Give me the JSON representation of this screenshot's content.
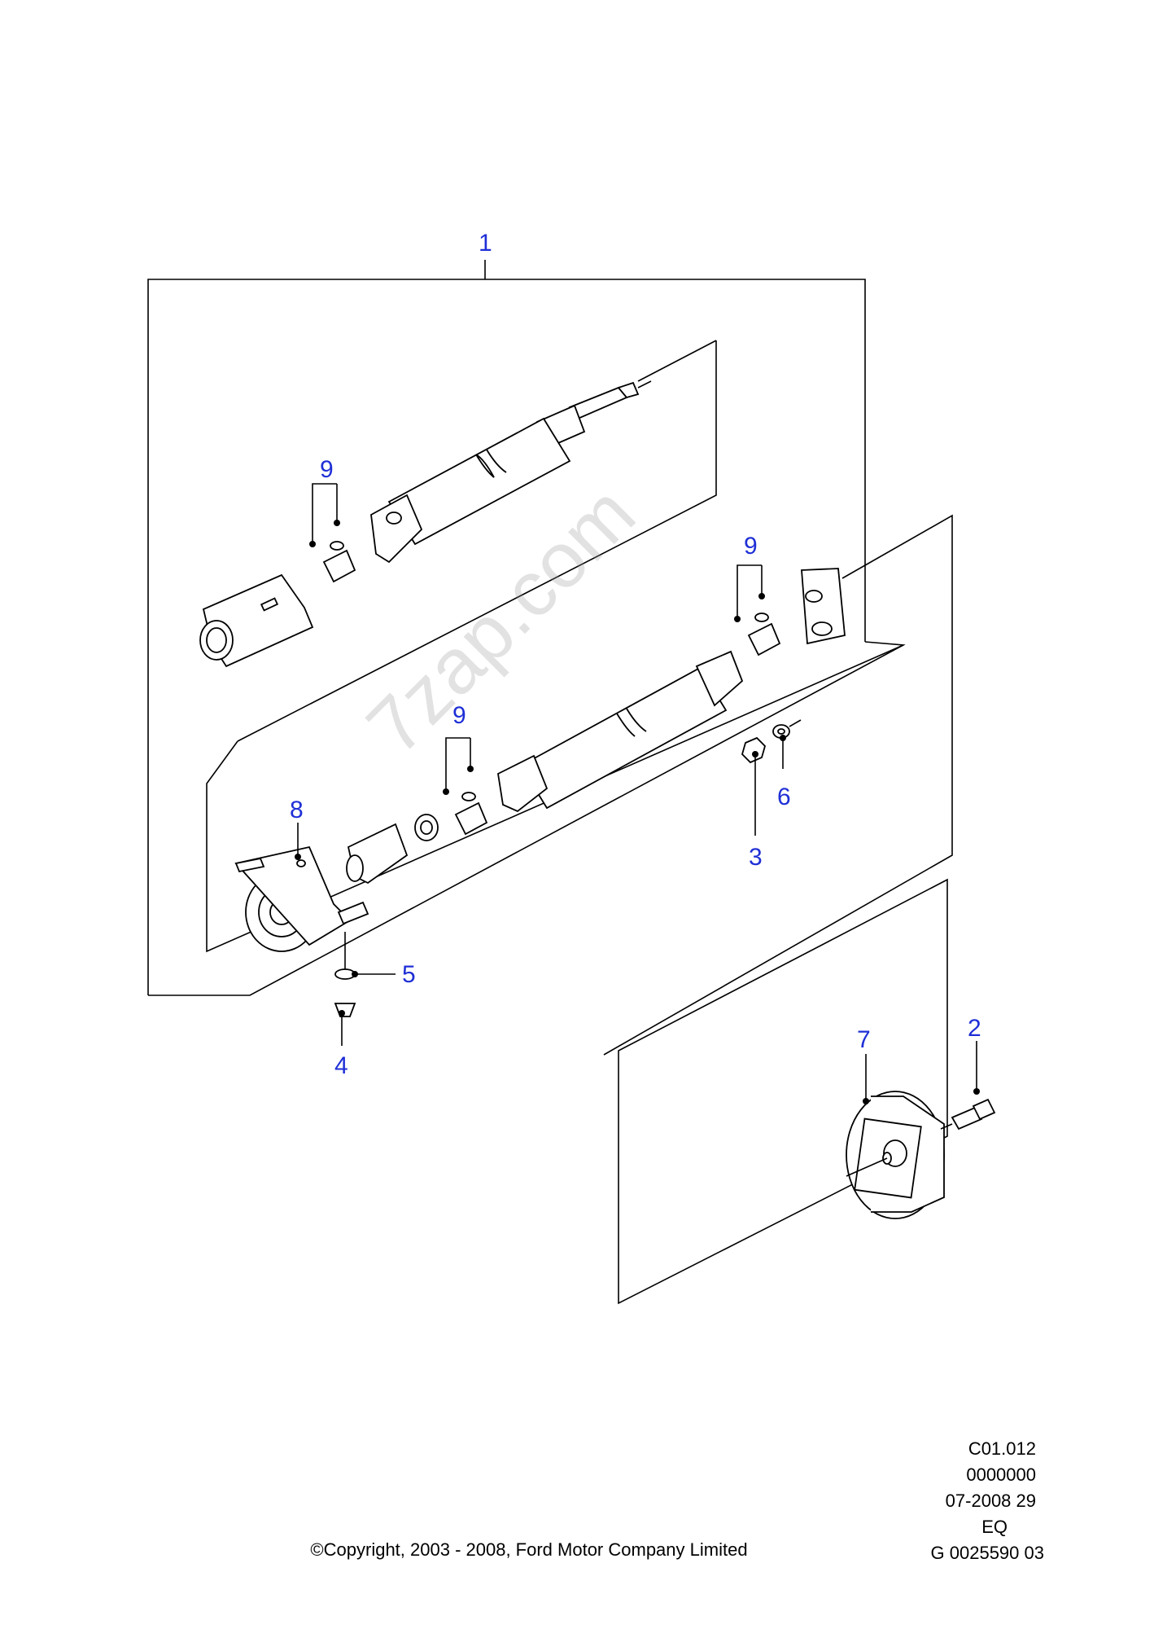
{
  "callouts": {
    "c1": "1",
    "c2": "2",
    "c3": "3",
    "c4": "4",
    "c5": "5",
    "c6": "6",
    "c7": "7",
    "c8": "8",
    "c9a": "9",
    "c9b": "9",
    "c9c": "9"
  },
  "watermark": "7zap.com",
  "reference": {
    "line1": "C01.012",
    "line2": "0000000",
    "line3": "07-2008 29",
    "line4": "EQ",
    "line5": "G 0025590 03"
  },
  "copyright": "©Copyright, 2003 - 2008, Ford Motor Company Limited",
  "colors": {
    "callout": "#1f2fd6",
    "line": "#000000",
    "watermark": "#969696"
  }
}
